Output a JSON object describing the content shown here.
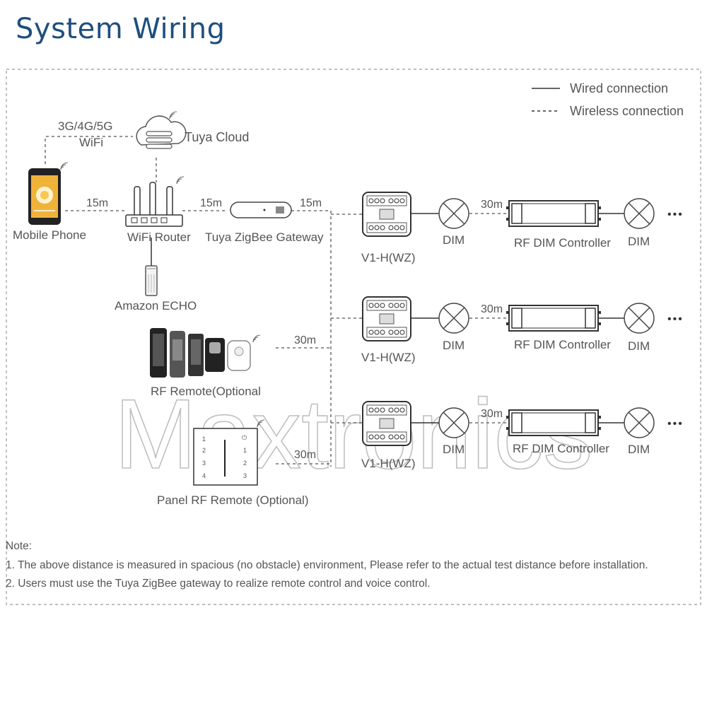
{
  "title": "System Wiring",
  "legend": {
    "wired": "Wired connection",
    "wireless": "Wireless connection"
  },
  "labels": {
    "cellular": "3G/4G/5G",
    "wifi": "WiFi",
    "cloud": "Tuya Cloud",
    "phone": "Mobile Phone",
    "router": "WiFi Router",
    "gateway": "Tuya ZigBee Gateway",
    "echo": "Amazon ECHO",
    "rf_remote": "RF Remote(Optional",
    "panel_remote": "Panel RF Remote (Optional)",
    "dist_phone_router": "15m",
    "dist_router_gateway": "15m",
    "dist_gateway_out": "15m",
    "dist_remote": "30m",
    "dist_panel": "30m"
  },
  "rows": [
    {
      "receiver": "V1-H(WZ)",
      "dim_left": "DIM",
      "distance": "30m",
      "controller": "RF DIM Controller",
      "dim_right": "DIM",
      "more": "•••"
    },
    {
      "receiver": "V1-H(WZ)",
      "dim_left": "DIM",
      "distance": "30m",
      "controller": "RF DIM Controller",
      "dim_right": "DIM",
      "more": "•••"
    },
    {
      "receiver": "V1-H(WZ)",
      "dim_left": "DIM",
      "distance": "30m",
      "controller": "RF DIM Controller",
      "dim_right": "DIM",
      "more": "•••"
    }
  ],
  "panel_keys": {
    "left": [
      "1",
      "2",
      "3",
      "4"
    ],
    "right": [
      "1",
      "2",
      "3"
    ]
  },
  "watermark": "Maxtronics",
  "notes": {
    "heading": "Note:",
    "items": [
      "1. The above distance is measured in spacious (no obstacle) environment, Please refer to the actual test distance before installation.",
      "2. Users must use the Tuya ZigBee gateway to realize remote control and voice control."
    ]
  },
  "colors": {
    "title": "#1f4e7e",
    "line": "#555555",
    "text": "#555555",
    "dashed_border": "#999999"
  }
}
